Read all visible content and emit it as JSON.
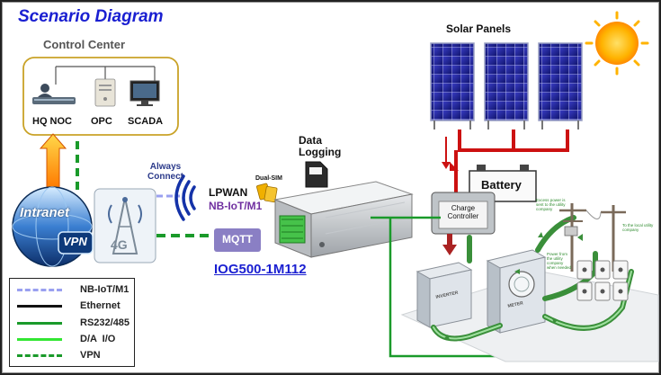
{
  "title": "Scenario Diagram",
  "control_center": {
    "label": "Control Center",
    "nodes": [
      "HQ NOC",
      "OPC",
      "SCADA"
    ]
  },
  "intranet": {
    "label": "Intranet",
    "vpn": "VPN"
  },
  "network": {
    "badge": "4G"
  },
  "link": {
    "always_connect_1": "Always",
    "always_connect_2": "Connect",
    "lpwan": "LPWAN",
    "nbiot": "NB-IoT/M1",
    "dual_sim": "Dual-SIM",
    "mqtt": "MQTT"
  },
  "data_logging": {
    "line1": "Data",
    "line2": "Logging"
  },
  "device": {
    "model": "IOG500-1M112"
  },
  "solar": {
    "label": "Solar Panels"
  },
  "battery": {
    "label": "Battery"
  },
  "charge_controller": {
    "line1": "Charge",
    "line2": "Controller"
  },
  "inverter": {
    "label": "INVERTER"
  },
  "meter": {
    "label": "METER"
  },
  "utility": {
    "note1": "Excess power is sent to the utility company",
    "note2": "To the local utility company",
    "note3": "Power from the utility company when needed"
  },
  "legend": [
    {
      "label": "NB-IoT/M1",
      "color": "#9aa0f0",
      "style": "dashed"
    },
    {
      "label": "Ethernet",
      "color": "#111111",
      "style": "solid"
    },
    {
      "label": "RS232/485",
      "color": "#1a9a2a",
      "style": "solid"
    },
    {
      "label": "D/A  I/O",
      "color": "#33e633",
      "style": "solid"
    },
    {
      "label": "VPN",
      "color": "#1a9a2a",
      "style": "dashed"
    }
  ],
  "colors": {
    "title": "#1a1fd1",
    "model_link": "#1a1fd1",
    "nbiot_text": "#7030a0",
    "solar_wire": "#cc1111",
    "rs485_wire": "#1a9a2a",
    "vpn_dash": "#1a9a2a",
    "nbiot_dash": "#9aa0f0",
    "sun": "#ffb300"
  }
}
